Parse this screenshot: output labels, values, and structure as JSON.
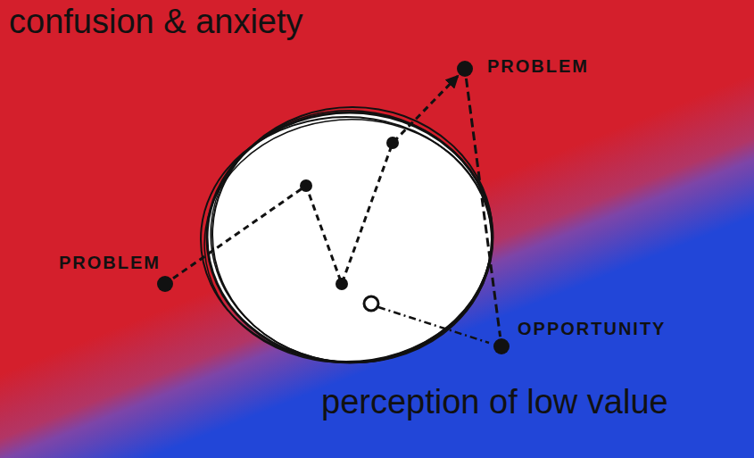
{
  "diagram": {
    "nodes": [
      {
        "text": [
          "PROBLEM"
        ]
      },
      {
        "text": [
          "PROBLEM"
        ]
      },
      {
        "text": [
          "OPPORTUNITY"
        ]
      }
    ],
    "edges": [
      {
        "from": 0,
        "to": 1,
        "arrow": "to"
      },
      {
        "from": 1,
        "to": 2,
        "arrow": "none"
      }
    ],
    "labels": [
      "confusion & anxiety",
      "perception of low value"
    ]
  }
}
